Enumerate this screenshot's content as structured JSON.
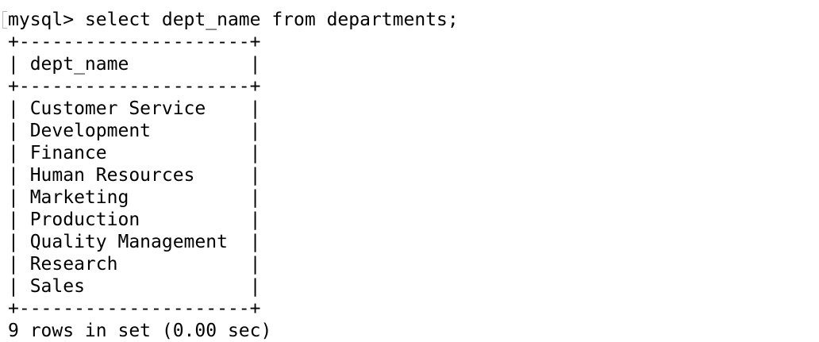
{
  "terminal": {
    "prompt": "mysql> ",
    "command": "select dept_name from departments;",
    "border": "+---------------------+",
    "header_row": "| dept_name           |",
    "rows": [
      "| Customer Service    |",
      "| Development         |",
      "| Finance             |",
      "| Human Resources     |",
      "| Marketing           |",
      "| Production          |",
      "| Quality Management  |",
      "| Research            |",
      "| Sales               |"
    ],
    "footer": "9 rows in set (0.00 sec)"
  }
}
